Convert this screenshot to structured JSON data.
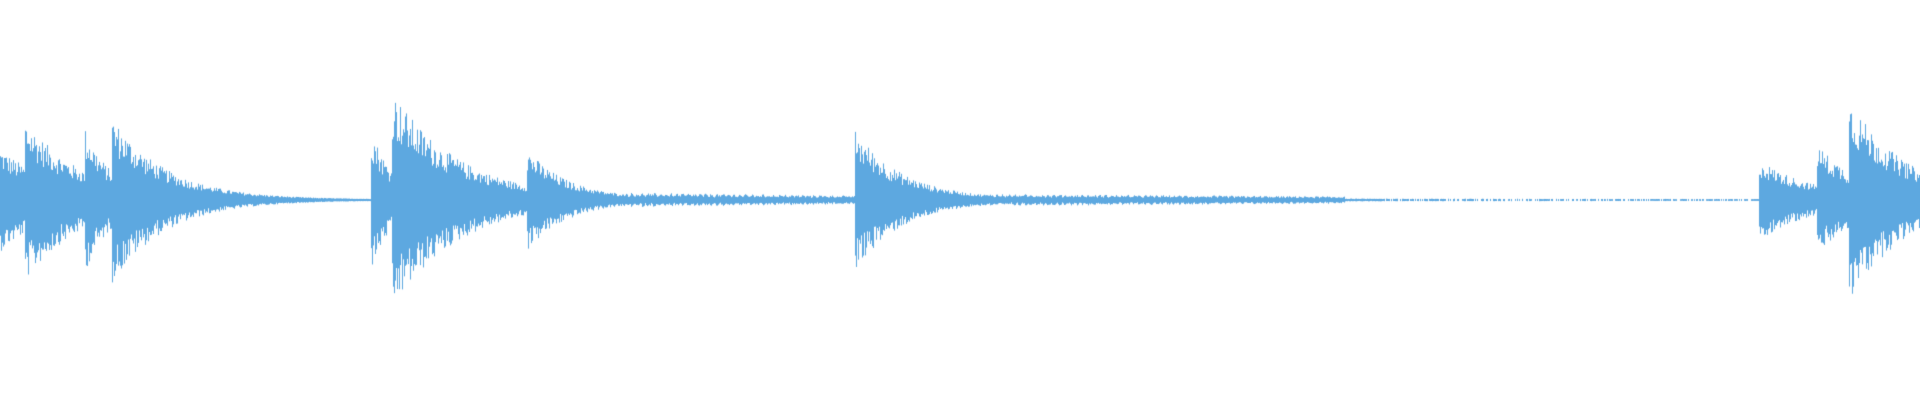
{
  "waveform": {
    "color": "#5DA8E0",
    "background": "#ffffff",
    "duration_fraction_note": "",
    "onsets": [
      {
        "t": 0.0,
        "amp": 0.32,
        "decay": 0.03
      },
      {
        "t": 0.013,
        "amp": 0.5,
        "decay": 0.03
      },
      {
        "t": 0.044,
        "amp": 0.45,
        "decay": 0.015
      },
      {
        "t": 0.058,
        "amp": 0.52,
        "decay": 0.028
      },
      {
        "t": 0.193,
        "amp": 0.45,
        "decay": 0.012
      },
      {
        "t": 0.204,
        "amp": 0.68,
        "decay": 0.035
      },
      {
        "t": 0.274,
        "amp": 0.32,
        "decay": 0.022
      },
      {
        "t": 0.445,
        "amp": 0.44,
        "decay": 0.025
      },
      {
        "t": 0.916,
        "amp": 0.25,
        "decay": 0.03
      },
      {
        "t": 0.946,
        "amp": 0.35,
        "decay": 0.025
      },
      {
        "t": 0.963,
        "amp": 0.63,
        "decay": 0.03
      }
    ],
    "sustain_segments": [
      {
        "from": 0.228,
        "to": 0.274,
        "level": 0.055
      },
      {
        "from": 0.274,
        "to": 0.445,
        "level": 0.05
      },
      {
        "from": 0.445,
        "to": 0.7,
        "level": 0.04
      },
      {
        "from": 0.1,
        "to": 0.19,
        "level": 0.01
      },
      {
        "from": 0.7,
        "to": 0.91,
        "level": 0.006
      }
    ]
  }
}
